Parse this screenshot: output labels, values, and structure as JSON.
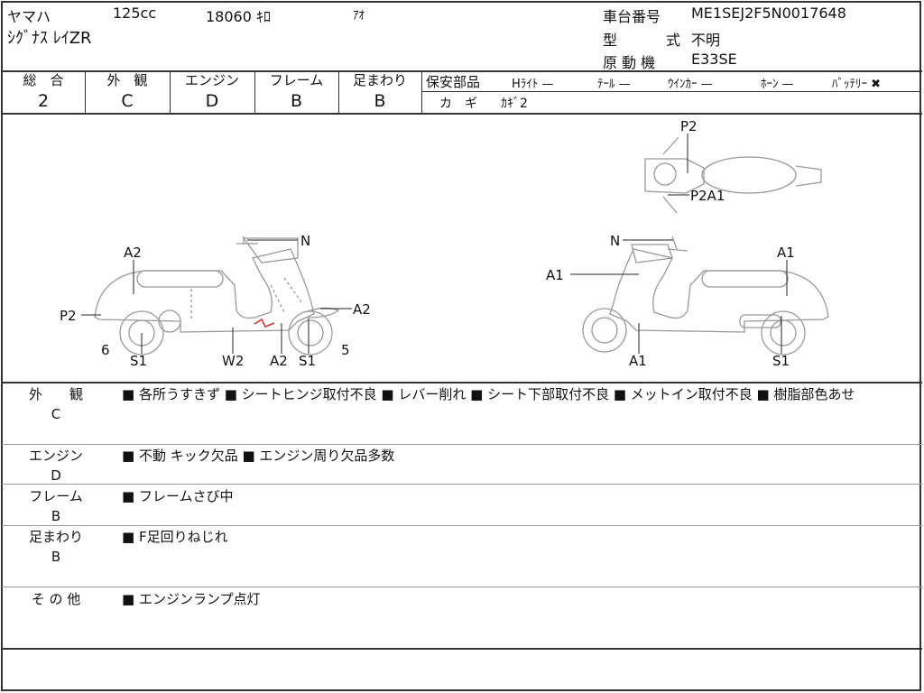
{
  "header": {
    "maker": "ヤマハ",
    "displacement": "125cc",
    "mileage": "18060 ｷﾛ",
    "color": "ｱｵ",
    "model": "ｼｸﾞﾅｽ ﾚｲZR",
    "chassis_label": "車台番号",
    "chassis_number": "ME1SEJ2F5N0017648",
    "type_label_1": "型",
    "type_label_2": "式",
    "type_value": "不明",
    "engine_label": "原 動 機",
    "engine_value": "E33SE"
  },
  "scores": [
    {
      "label": "総　合",
      "value": "2"
    },
    {
      "label": "外　観",
      "value": "C"
    },
    {
      "label": "エンジン",
      "value": "D"
    },
    {
      "label": "フレーム",
      "value": "B"
    },
    {
      "label": "足まわり",
      "value": "B"
    }
  ],
  "safety": {
    "label": "保安部品",
    "items": [
      {
        "name": "Hﾗｲﾄ",
        "status": "—"
      },
      {
        "name": "ﾃｰﾙ",
        "status": "—"
      },
      {
        "name": "ｳｲﾝｶｰ",
        "status": "—"
      },
      {
        "name": "ﾎｰﾝ",
        "status": "—"
      },
      {
        "name": "ﾊﾞｯﾃﾘｰ",
        "status": "✖"
      }
    ],
    "key_label": "カ　ギ",
    "key_value": "ｶｷﾞ2"
  },
  "diagram": {
    "left": [
      "A2",
      "P2",
      "6",
      "S1",
      "W2",
      "A2",
      "S1",
      "5",
      "A2",
      "N"
    ],
    "right": [
      "N",
      "A1",
      "A1",
      "A1",
      "S1"
    ],
    "top": [
      "P2",
      "P2A1"
    ]
  },
  "sections": [
    {
      "label": "外　　観",
      "grade": "C",
      "text": "■ 各所うすきず ■ シートヒンジ取付不良 ■ レバー削れ ■ シート下部取付不良 ■ メットイン取付不良 ■ 樹脂部色あせ"
    },
    {
      "label": "エンジン",
      "grade": "D",
      "text": "■ 不動 キック欠品 ■ エンジン周り欠品多数"
    },
    {
      "label": "フレーム",
      "grade": "B",
      "text": "■ フレームさび中"
    },
    {
      "label": "足まわり",
      "grade": "B",
      "text": "■ F足回りねじれ"
    },
    {
      "label": "そ の 他",
      "grade": "",
      "text": "■ エンジンランプ点灯"
    }
  ]
}
